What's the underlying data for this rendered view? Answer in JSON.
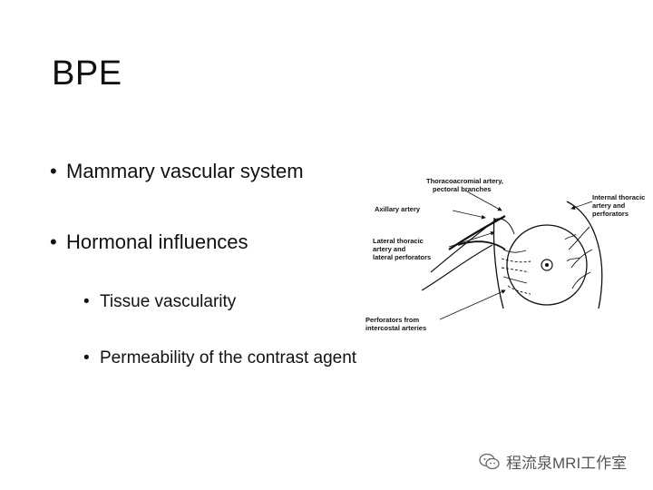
{
  "slide": {
    "title": "BPE",
    "bullets": [
      {
        "text": "Mammary vascular system",
        "level": 1
      },
      {
        "text": "Hormonal influences",
        "level": 1
      },
      {
        "text": "Tissue vascularity",
        "level": 2
      },
      {
        "text": "Permeability of the contrast agent",
        "level": 2
      }
    ],
    "bullet_glyph": "•"
  },
  "diagram": {
    "labels": {
      "thoracoacromial_1": "Thoracoacromial artery,",
      "thoracoacromial_2": "pectoral branches",
      "axillary": "Axillary artery",
      "lateral_1": "Lateral thoracic",
      "lateral_2": "artery and",
      "lateral_3": "lateral perforators",
      "internal_1": "Internal thoracic",
      "internal_2": "artery and",
      "internal_3": "perforators",
      "perforators_1": "Perforators from",
      "perforators_2": "intercostal arteries"
    }
  },
  "watermark": {
    "text": "程流泉MRI工作室",
    "icon": "wechat-icon"
  },
  "colors": {
    "background": "#ffffff",
    "text": "#111111",
    "watermark": "#555555"
  }
}
